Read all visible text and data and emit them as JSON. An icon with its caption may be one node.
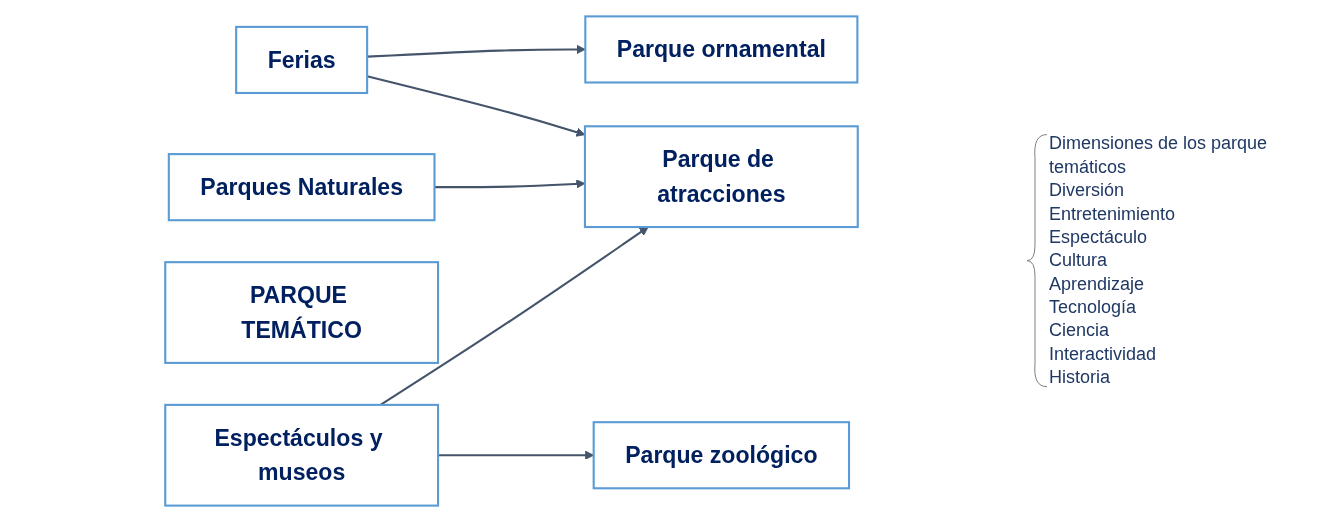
{
  "diagram": {
    "nodes": [
      {
        "text": [
          "Ferias"
        ]
      },
      {
        "text": [
          "Parque ornamental"
        ]
      },
      {
        "text": [
          "Parques Naturales"
        ]
      },
      {
        "text": [
          "Parque de atracciones"
        ]
      },
      {
        "text": [
          "PARQUE TEMÁTICO"
        ]
      },
      {
        "text": [
          "Espectáculos y museos"
        ]
      },
      {
        "text": [
          "Parque zoológico"
        ]
      }
    ],
    "edges": [
      {
        "from": 0,
        "to": 1,
        "arrow": "to"
      },
      {
        "from": 0,
        "to": 3,
        "arrow": "to"
      },
      {
        "from": 2,
        "to": 3,
        "arrow": "to"
      },
      {
        "from": 5,
        "to": 3,
        "arrow": "to"
      },
      {
        "from": 5,
        "to": 6,
        "arrow": "to"
      }
    ],
    "labels": [
      "Dimensiones de los parque temáticos",
      "Diversión",
      "Entretenimiento",
      "Espectáculo",
      "Cultura",
      "Aprendizaje",
      "Tecnología",
      "Ciencia",
      "Interactividad",
      "Historia"
    ]
  }
}
